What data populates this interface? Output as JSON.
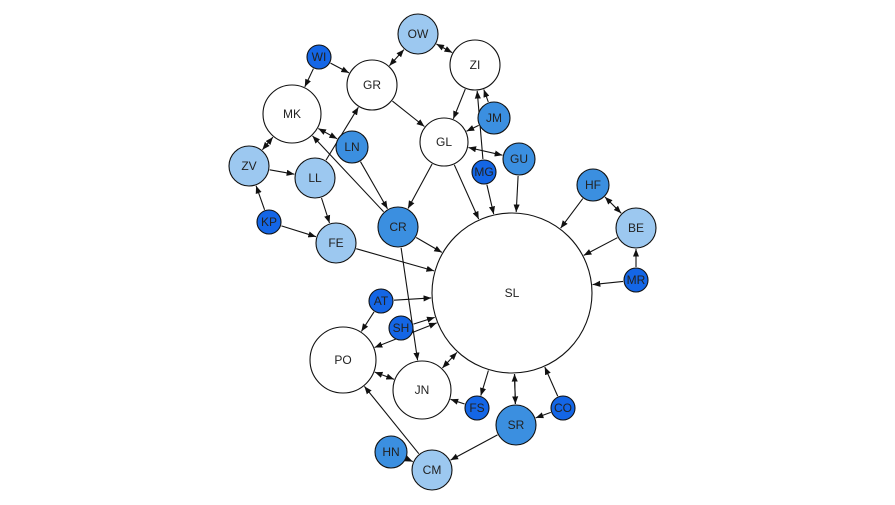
{
  "colors": {
    "white": "#ffffff",
    "light": "#9cc8f0",
    "medium": "#3b8fe0",
    "dark": "#1466e6",
    "stroke": "#111111"
  },
  "nodes": [
    {
      "id": "SL",
      "label": "SL",
      "tone": "white"
    },
    {
      "id": "OW",
      "label": "OW",
      "tone": "light"
    },
    {
      "id": "ZI",
      "label": "ZI",
      "tone": "white"
    },
    {
      "id": "WI",
      "label": "WI",
      "tone": "dark"
    },
    {
      "id": "GR",
      "label": "GR",
      "tone": "white"
    },
    {
      "id": "MK",
      "label": "MK",
      "tone": "white"
    },
    {
      "id": "JM",
      "label": "JM",
      "tone": "medium"
    },
    {
      "id": "LN",
      "label": "LN",
      "tone": "medium"
    },
    {
      "id": "GL",
      "label": "GL",
      "tone": "white"
    },
    {
      "id": "GU",
      "label": "GU",
      "tone": "medium"
    },
    {
      "id": "MG",
      "label": "MG",
      "tone": "dark"
    },
    {
      "id": "ZV",
      "label": "ZV",
      "tone": "light"
    },
    {
      "id": "LL",
      "label": "LL",
      "tone": "light"
    },
    {
      "id": "HF",
      "label": "HF",
      "tone": "medium"
    },
    {
      "id": "KP",
      "label": "KP",
      "tone": "dark"
    },
    {
      "id": "CR",
      "label": "CR",
      "tone": "medium"
    },
    {
      "id": "BE",
      "label": "BE",
      "tone": "light"
    },
    {
      "id": "FE",
      "label": "FE",
      "tone": "light"
    },
    {
      "id": "MR",
      "label": "MR",
      "tone": "dark"
    },
    {
      "id": "AT",
      "label": "AT",
      "tone": "dark"
    },
    {
      "id": "SH",
      "label": "SH",
      "tone": "dark"
    },
    {
      "id": "PO",
      "label": "PO",
      "tone": "white"
    },
    {
      "id": "JN",
      "label": "JN",
      "tone": "white"
    },
    {
      "id": "FS",
      "label": "FS",
      "tone": "dark"
    },
    {
      "id": "CO",
      "label": "CO",
      "tone": "dark"
    },
    {
      "id": "SR",
      "label": "SR",
      "tone": "medium"
    },
    {
      "id": "HN",
      "label": "HN",
      "tone": "medium"
    },
    {
      "id": "CM",
      "label": "CM",
      "tone": "light"
    }
  ],
  "edges": [
    {
      "from": "OW",
      "to": "GR",
      "both": true
    },
    {
      "from": "OW",
      "to": "ZI",
      "both": true
    },
    {
      "from": "WI",
      "to": "GR",
      "both": false
    },
    {
      "from": "WI",
      "to": "MK",
      "both": false
    },
    {
      "from": "GR",
      "to": "GL",
      "both": false
    },
    {
      "from": "ZI",
      "to": "GL",
      "both": false
    },
    {
      "from": "JM",
      "to": "ZI",
      "both": false
    },
    {
      "from": "JM",
      "to": "GL",
      "both": false
    },
    {
      "from": "MG",
      "to": "ZI",
      "both": false
    },
    {
      "from": "MG",
      "to": "SL",
      "both": false
    },
    {
      "from": "GL",
      "to": "GU",
      "both": true
    },
    {
      "from": "GL",
      "to": "CR",
      "both": false
    },
    {
      "from": "GL",
      "to": "SL",
      "both": false
    },
    {
      "from": "GU",
      "to": "SL",
      "both": false
    },
    {
      "from": "LN",
      "to": "MK",
      "both": true
    },
    {
      "from": "LN",
      "to": "CR",
      "both": false
    },
    {
      "from": "LL",
      "to": "GR",
      "both": false
    },
    {
      "from": "MK",
      "to": "ZV",
      "both": true
    },
    {
      "from": "ZV",
      "to": "LL",
      "both": false
    },
    {
      "from": "KP",
      "to": "ZV",
      "both": false
    },
    {
      "from": "KP",
      "to": "FE",
      "both": false
    },
    {
      "from": "LL",
      "to": "FE",
      "both": false
    },
    {
      "from": "CR",
      "to": "MK",
      "both": false
    },
    {
      "from": "CR",
      "to": "SL",
      "both": false
    },
    {
      "from": "CR",
      "to": "JN",
      "both": false
    },
    {
      "from": "FE",
      "to": "SL",
      "both": false
    },
    {
      "from": "HF",
      "to": "SL",
      "both": false
    },
    {
      "from": "HF",
      "to": "BE",
      "both": true
    },
    {
      "from": "BE",
      "to": "SL",
      "both": false
    },
    {
      "from": "MR",
      "to": "BE",
      "both": false
    },
    {
      "from": "MR",
      "to": "SL",
      "both": false
    },
    {
      "from": "AT",
      "to": "SL",
      "both": false
    },
    {
      "from": "AT",
      "to": "PO",
      "both": false
    },
    {
      "from": "SH",
      "to": "SL",
      "both": false
    },
    {
      "from": "PO",
      "to": "SL",
      "both": true
    },
    {
      "from": "PO",
      "to": "JN",
      "both": true
    },
    {
      "from": "JN",
      "to": "SL",
      "both": true
    },
    {
      "from": "FS",
      "to": "JN",
      "both": false
    },
    {
      "from": "SL",
      "to": "FS",
      "both": false
    },
    {
      "from": "SL",
      "to": "SR",
      "both": false
    },
    {
      "from": "SR",
      "to": "SL",
      "both": false
    },
    {
      "from": "CO",
      "to": "SL",
      "both": false
    },
    {
      "from": "CO",
      "to": "SR",
      "both": false
    },
    {
      "from": "SR",
      "to": "CM",
      "both": false
    },
    {
      "from": "HN",
      "to": "CM",
      "both": false
    },
    {
      "from": "CM",
      "to": "PO",
      "both": false
    }
  ]
}
